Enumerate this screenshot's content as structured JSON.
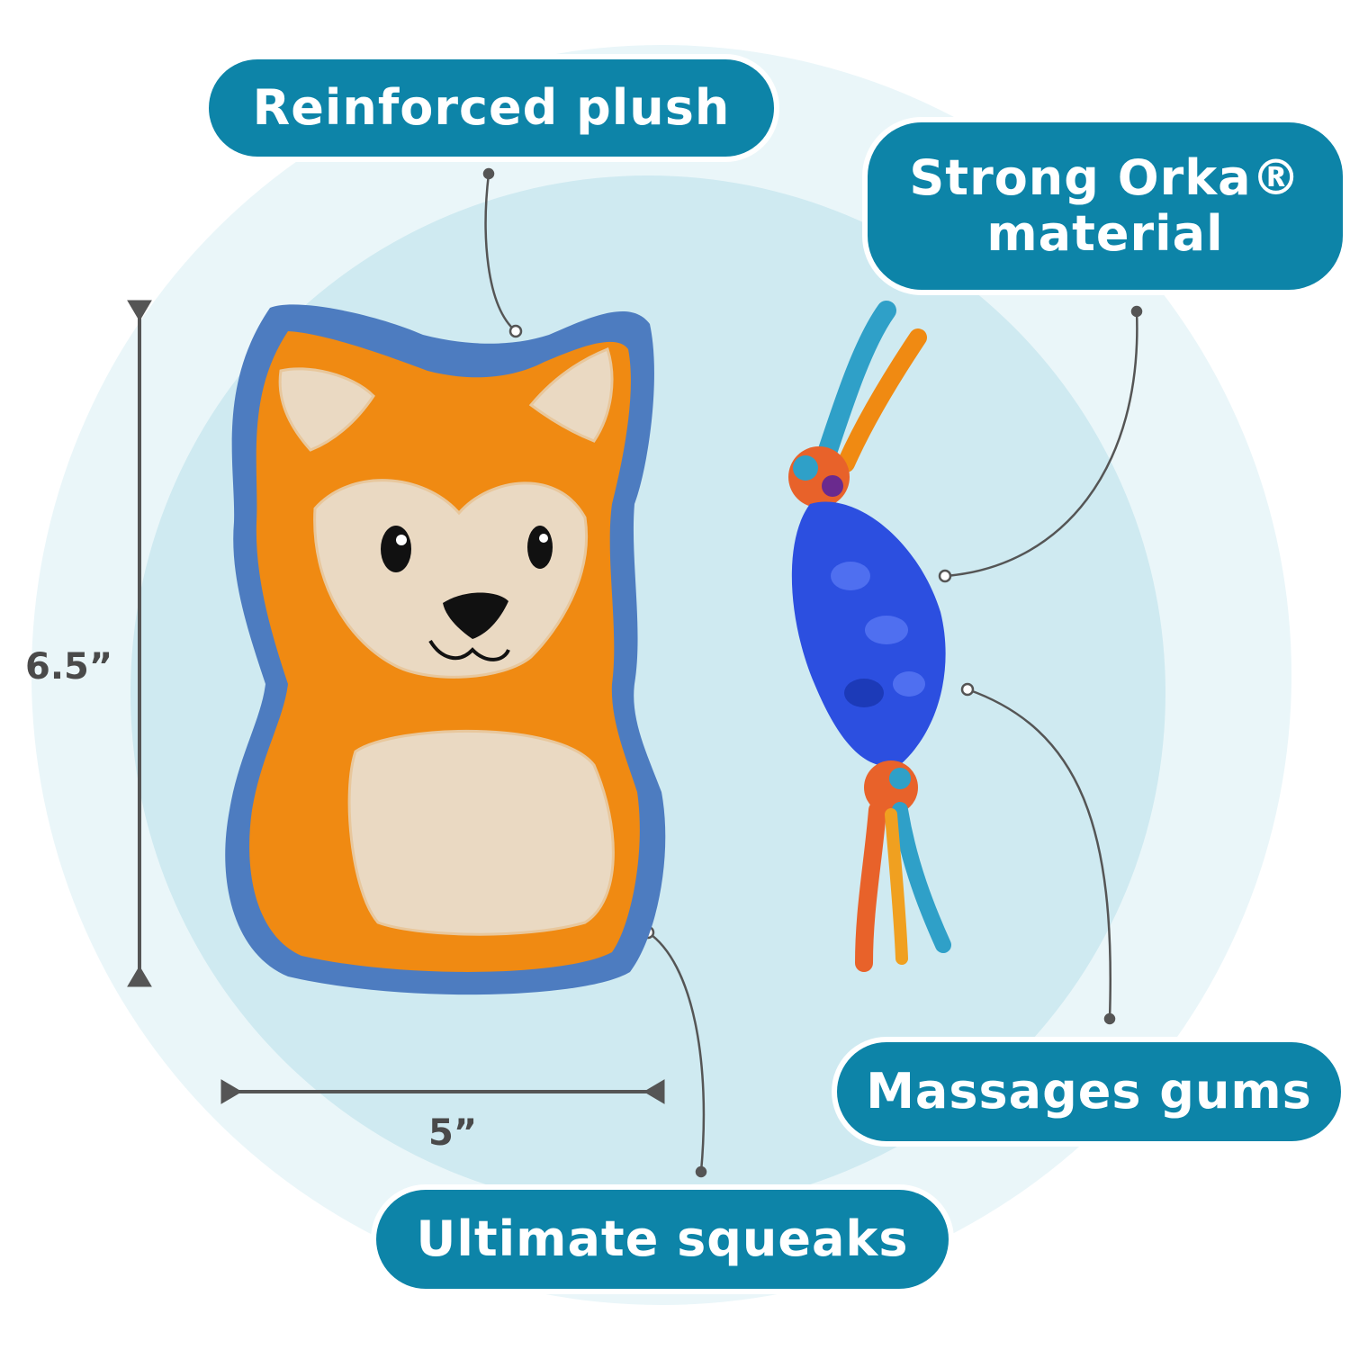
{
  "callouts": {
    "plush": "Reinforced plush",
    "orka_line1": "Strong Orka®",
    "orka_line2": "material",
    "gums": "Massages gums",
    "squeaks": "Ultimate squeaks"
  },
  "dimensions": {
    "height": "6.5”",
    "width": "5”"
  },
  "colors": {
    "pill": "#0d84a8",
    "outer_circle": "#eaf6f9",
    "inner_circle": "#cfeaf1",
    "fox_orange": "#f08a12",
    "fox_border": "#4d7cc0",
    "ring_blue": "#2c4fe0"
  }
}
